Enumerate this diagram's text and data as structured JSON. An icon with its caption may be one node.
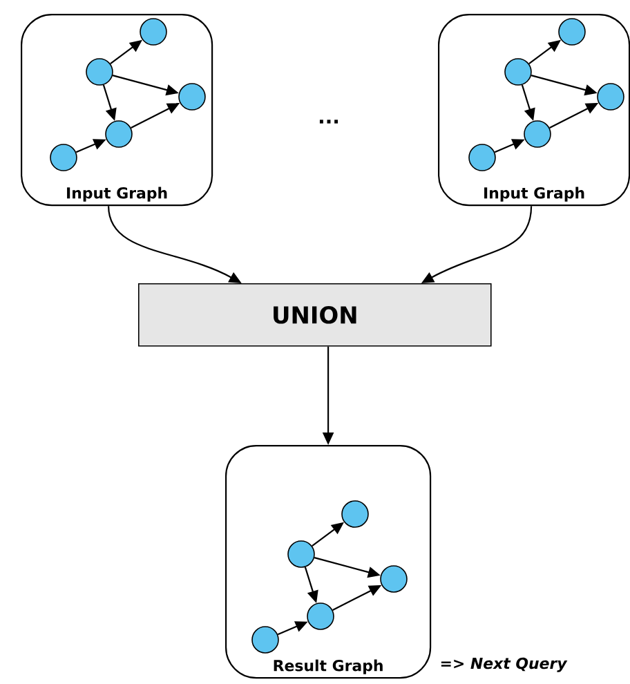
{
  "diagram": {
    "nodes": [
      {
        "text": [
          "Input Graph"
        ]
      },
      {
        "text": [],
        "shape": "circle",
        "in": 0
      },
      {
        "text": [],
        "shape": "circle",
        "in": 0
      },
      {
        "text": [],
        "shape": "circle",
        "in": 0
      },
      {
        "text": [],
        "shape": "circle",
        "in": 0
      },
      {
        "text": [],
        "shape": "circle",
        "in": 0
      },
      {
        "text": [
          "Input Graph"
        ]
      },
      {
        "text": [],
        "shape": "circle",
        "in": 6
      },
      {
        "text": [],
        "shape": "circle",
        "in": 6
      },
      {
        "text": [],
        "shape": "circle",
        "in": 6
      },
      {
        "text": [],
        "shape": "circle",
        "in": 6
      },
      {
        "text": [],
        "shape": "circle",
        "in": 6
      },
      {
        "text": [
          "UNION"
        ]
      },
      {
        "text": [
          "Result Graph"
        ],
        "beside": [
          "=> *Next Query*"
        ]
      },
      {
        "text": [],
        "shape": "circle",
        "in": 13
      },
      {
        "text": [],
        "shape": "circle",
        "in": 13
      },
      {
        "text": [],
        "shape": "circle",
        "in": 13
      },
      {
        "text": [],
        "shape": "circle",
        "in": 13
      },
      {
        "text": [],
        "shape": "circle",
        "in": 13
      }
    ],
    "edges": [
      {
        "from": 2,
        "to": 1,
        "arrow": "to"
      },
      {
        "from": 2,
        "to": 3,
        "arrow": "to"
      },
      {
        "from": 2,
        "to": 4,
        "arrow": "to"
      },
      {
        "from": 4,
        "to": 3,
        "arrow": "to"
      },
      {
        "from": 5,
        "to": 4,
        "arrow": "to"
      },
      {
        "from": 8,
        "to": 7,
        "arrow": "to"
      },
      {
        "from": 8,
        "to": 9,
        "arrow": "to"
      },
      {
        "from": 8,
        "to": 10,
        "arrow": "to"
      },
      {
        "from": 10,
        "to": 9,
        "arrow": "to"
      },
      {
        "from": 11,
        "to": 10,
        "arrow": "to"
      },
      {
        "from": 15,
        "to": 14,
        "arrow": "to"
      },
      {
        "from": 15,
        "to": 16,
        "arrow": "to"
      },
      {
        "from": 15,
        "to": 17,
        "arrow": "to"
      },
      {
        "from": 17,
        "to": 16,
        "arrow": "to"
      },
      {
        "from": 18,
        "to": 17,
        "arrow": "to"
      },
      {
        "from": 0,
        "to": 12,
        "arrow": "to"
      },
      {
        "from": 6,
        "to": 12,
        "arrow": "to"
      },
      {
        "from": 12,
        "to": 13,
        "arrow": "to"
      }
    ],
    "labels": [
      "..."
    ]
  }
}
